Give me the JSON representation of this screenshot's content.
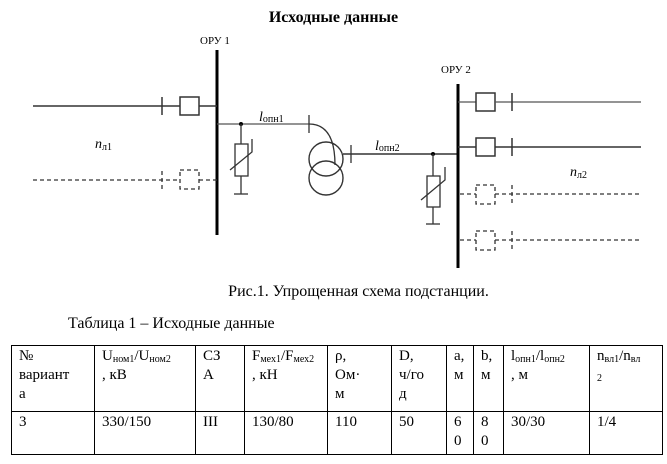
{
  "title": "Исходные данные",
  "diagram": {
    "oru1_label": "ОРУ 1",
    "oru2_label": "ОРУ 2",
    "n_l1_main": "n",
    "n_l1_sub": "л1",
    "n_l2_main": "n",
    "n_l2_sub": "л2",
    "l_opn1_main": "l",
    "l_opn1_sub": "опн1",
    "l_opn2_main": "l",
    "l_opn2_sub": "опн2"
  },
  "caption": "Рис.1. Упрощенная схема подстанции.",
  "table_title": "Таблица 1 – Исходные данные",
  "table": {
    "headers": [
      {
        "lines": [
          "№",
          "вариант",
          "а"
        ]
      },
      {
        "main1": "U",
        "sub1": "ном1",
        "sep": "/",
        "main2": "U",
        "sub2": "ном2",
        "tail": ", кВ"
      },
      {
        "lines": [
          "СЗ",
          "А"
        ]
      },
      {
        "main1": "F",
        "sub1": "мех1",
        "sep": "/",
        "main2": "F",
        "sub2": "мех2",
        "tail": ", кН"
      },
      {
        "lines": [
          "ρ,",
          "Ом·",
          "м"
        ]
      },
      {
        "lines": [
          "D,",
          "ч/го",
          "д"
        ]
      },
      {
        "lines": [
          "а,",
          "м"
        ]
      },
      {
        "lines": [
          "b,",
          "м"
        ]
      },
      {
        "main1": "l",
        "sub1": "опн1",
        "sep": "/",
        "main2": "l",
        "sub2": "опн2",
        "tail": ", м"
      },
      {
        "main1": "n",
        "sub1": "вл1",
        "sep": "/",
        "main2": "n",
        "sub2": "вл",
        "tail": "2"
      }
    ],
    "rows": [
      [
        "3",
        "330/150",
        "III",
        "130/80",
        "110",
        "50",
        "6\n0",
        "8\n0",
        "30/30",
        "1/4"
      ]
    ]
  }
}
